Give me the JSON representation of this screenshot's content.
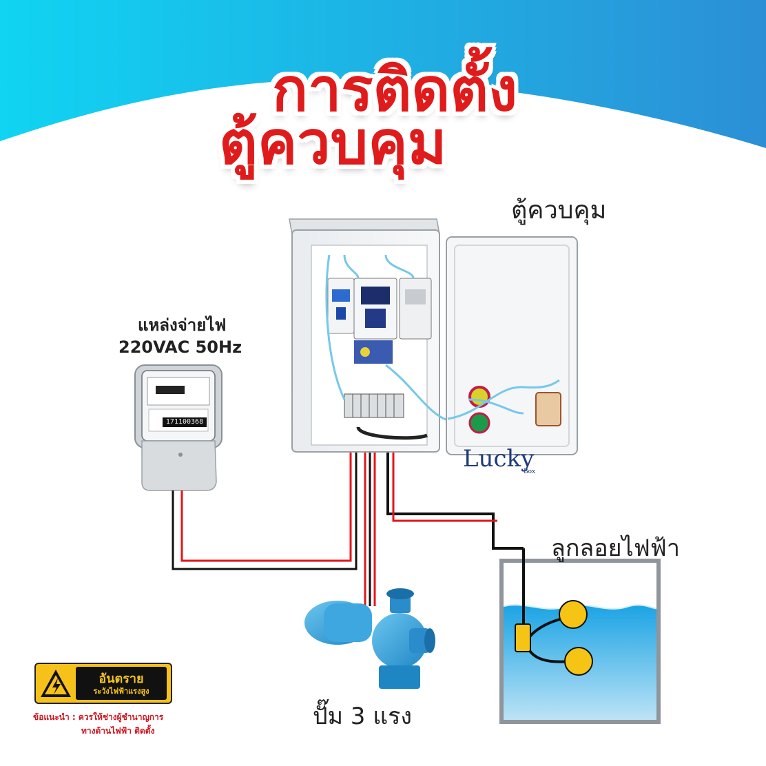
{
  "title": {
    "line1": "การติดตั้ง",
    "line2": "ตู้ควบคุม"
  },
  "labels": {
    "cabinet": "ตู้ควบคุม",
    "power_source": "แหล่งจ่ายไฟ",
    "power_spec": "220VAC 50Hz",
    "float_switch": "ลูกลอยไฟฟ้า",
    "pump": "ปั๊ม 3 แรง"
  },
  "meter": {
    "reading": "171100368"
  },
  "logo": {
    "name": "Lucky",
    "sub": "Box"
  },
  "warning": {
    "title": "อันตราย",
    "subtitle": "ระวังไฟฟ้าแรงสูง",
    "note_line1": "ข้อแนะนำ : ควรให้ช่างผู้ชำนาญการ",
    "note_line2": "ทางด้านไฟฟ้า ติดตั้ง"
  },
  "colors": {
    "title_red": "#e01b1b",
    "banner_blue": "#1ec8ee",
    "wire_red": "#e3151b",
    "wire_black": "#111111",
    "water_blue": "#1d9fde",
    "warning_yellow": "#f6c21a",
    "float_yellow": "#f5c414"
  },
  "icons": [
    "high-voltage-icon"
  ]
}
